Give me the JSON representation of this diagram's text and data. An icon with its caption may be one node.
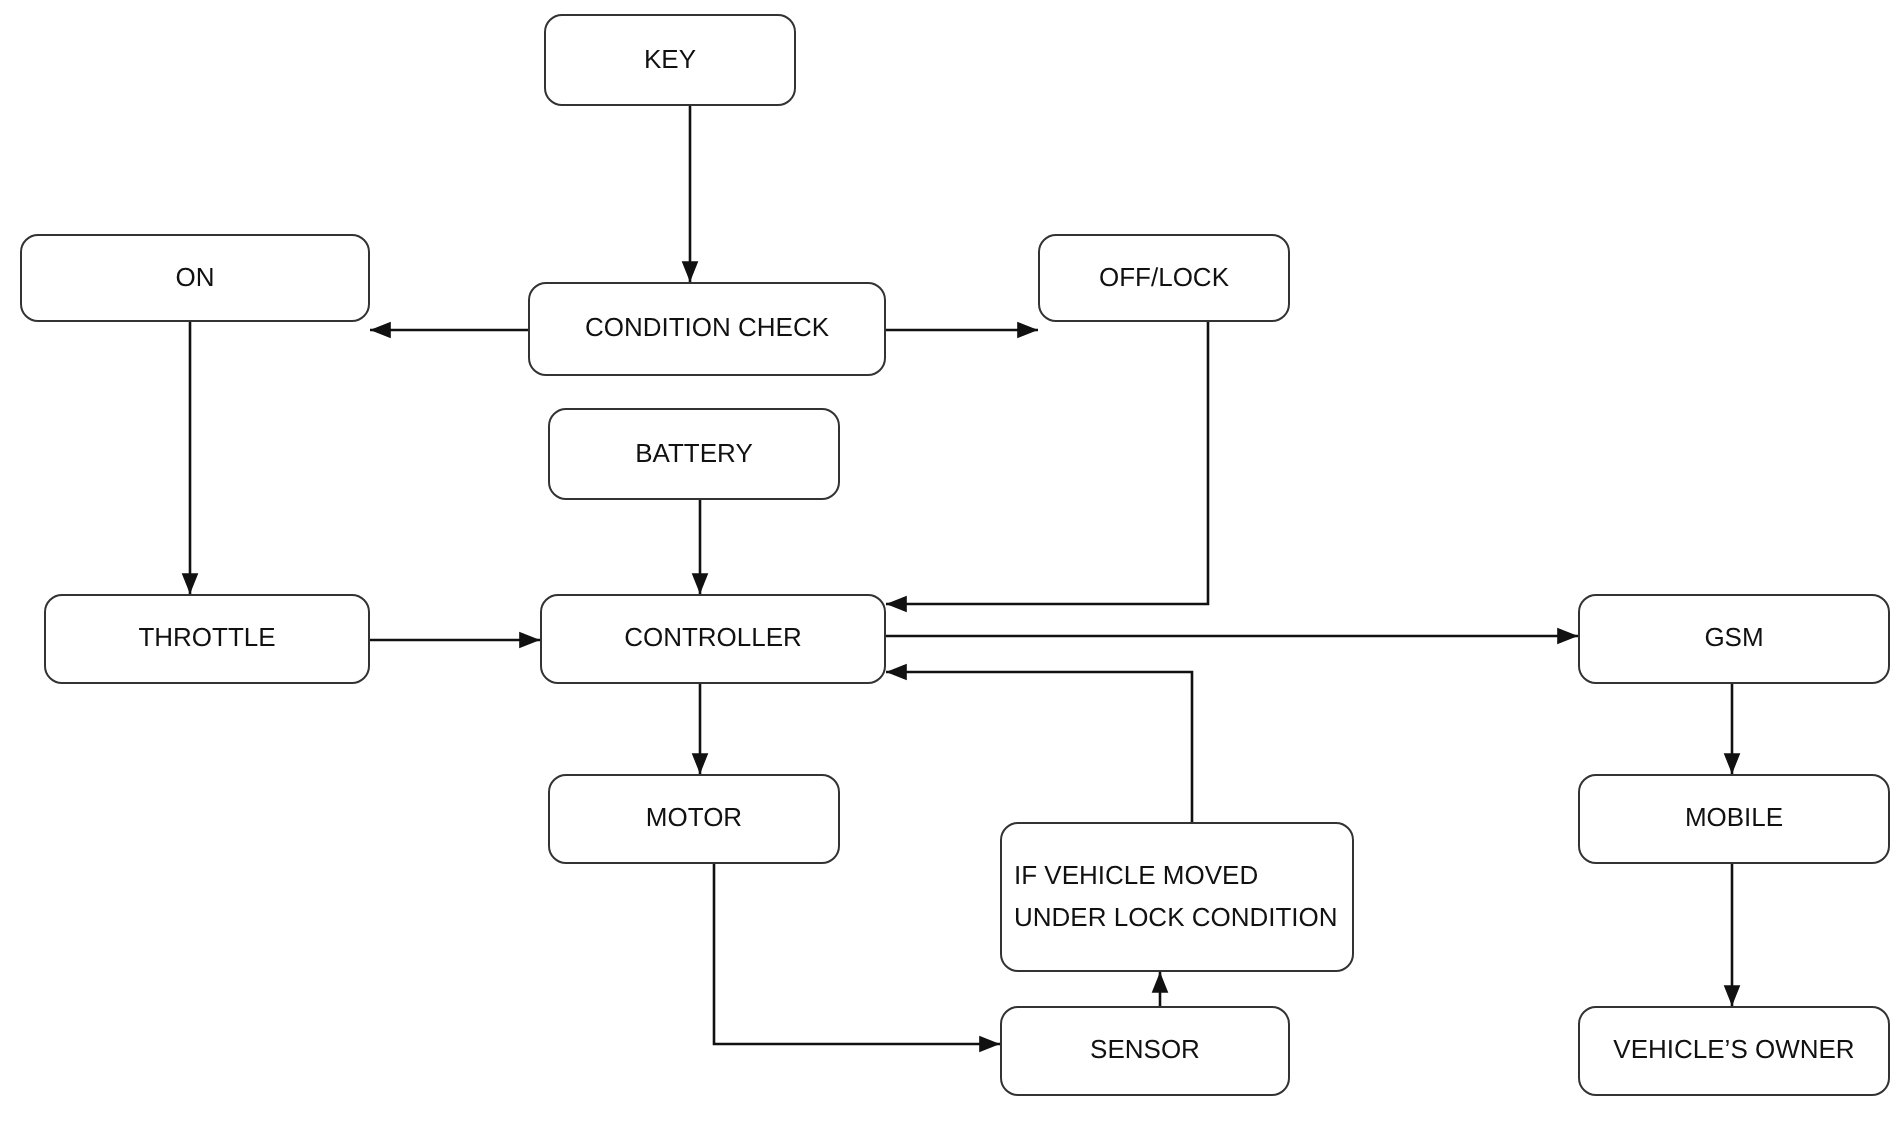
{
  "diagram": {
    "nodes": [
      {
        "text": [
          "KEY"
        ]
      },
      {
        "text": [
          "CONDITION CHECK"
        ]
      },
      {
        "text": [
          "ON"
        ]
      },
      {
        "text": [
          "OFF/LOCK"
        ]
      },
      {
        "text": [
          "BATTERY"
        ]
      },
      {
        "text": [
          "THROTTLE"
        ]
      },
      {
        "text": [
          "CONTROLLER"
        ]
      },
      {
        "text": [
          "GSM"
        ]
      },
      {
        "text": [
          "MOTOR"
        ]
      },
      {
        "text": [
          "IF VEHICLE MOVED UNDER LOCK CONDITION"
        ]
      },
      {
        "text": [
          "MOBILE"
        ]
      },
      {
        "text": [
          "SENSOR"
        ]
      },
      {
        "text": [
          "VEHICLE’S OWNER"
        ]
      }
    ],
    "edges": [
      {
        "from": 0,
        "to": 1,
        "arrow": "to"
      },
      {
        "from": 1,
        "to": 2,
        "arrow": "to"
      },
      {
        "from": 1,
        "to": 3,
        "arrow": "to"
      },
      {
        "from": 2,
        "to": 5,
        "arrow": "to"
      },
      {
        "from": 3,
        "to": 6,
        "arrow": "to"
      },
      {
        "from": 4,
        "to": 6,
        "arrow": "to"
      },
      {
        "from": 5,
        "to": 6,
        "arrow": "to"
      },
      {
        "from": 6,
        "to": 7,
        "arrow": "to"
      },
      {
        "from": 6,
        "to": 8,
        "arrow": "to"
      },
      {
        "from": 9,
        "to": 6,
        "arrow": "to"
      },
      {
        "from": 8,
        "to": 11,
        "arrow": "to"
      },
      {
        "from": 11,
        "to": 9,
        "arrow": "to"
      },
      {
        "from": 7,
        "to": 10,
        "arrow": "to"
      },
      {
        "from": 10,
        "to": 12,
        "arrow": "to"
      }
    ]
  }
}
